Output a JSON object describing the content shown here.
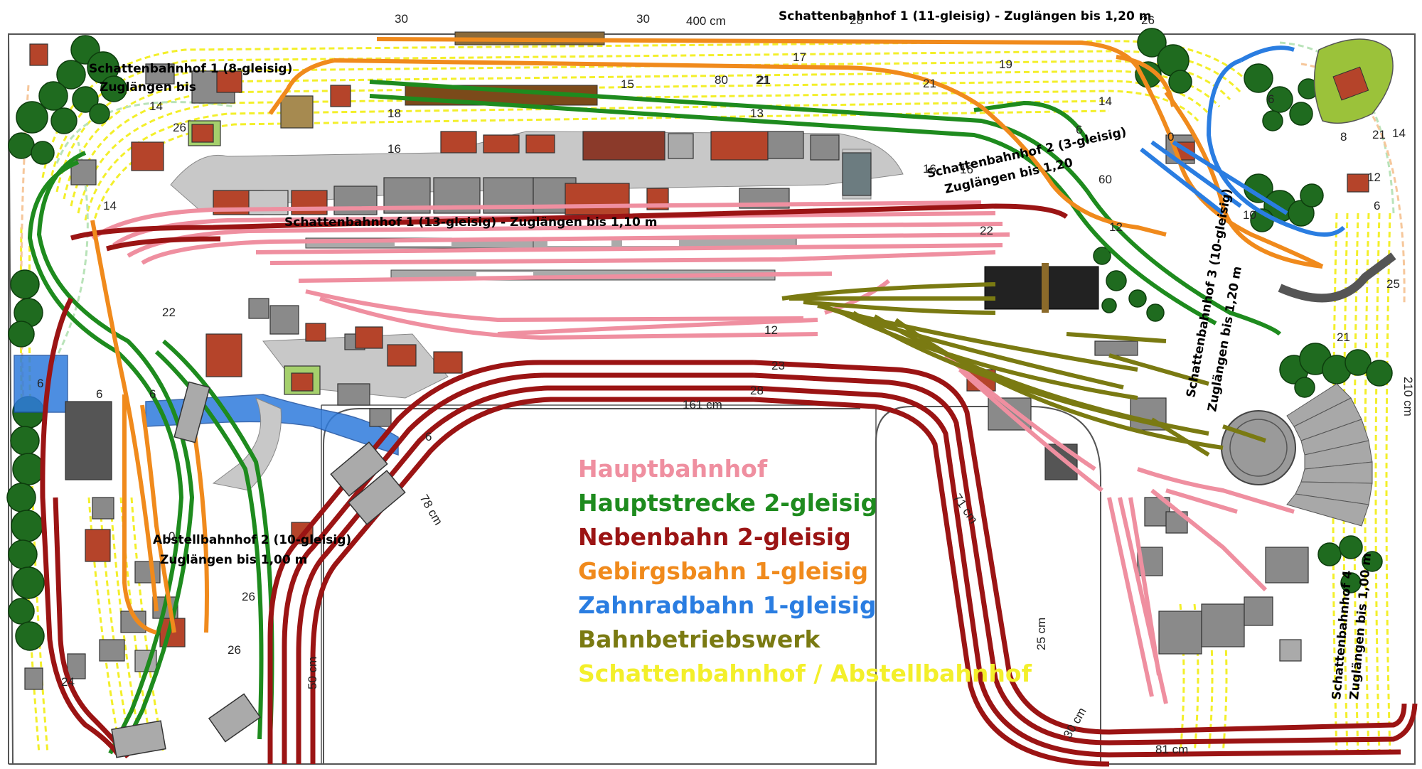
{
  "colors": {
    "hauptbahnhof": "#ef8fa0",
    "hauptstrecke": "#1e8b1e",
    "nebenbahn": "#9b1414",
    "gebirgsbahn": "#f08a1c",
    "zahnradbahn": "#2a7de1",
    "bahnbetriebswerk": "#7a7a12",
    "schattenbahnhof": "#f3ef2a",
    "trees": "#1f6b1f",
    "water": "#2f7bdc",
    "paved": "#c8c8c8",
    "baseboard_line": "#555555"
  },
  "legend": {
    "hauptbahnhof": "Hauptbahnhof",
    "hauptstrecke": "Hauptstrecke 2-gleisig",
    "nebenbahn": "Nebenbahn 2-gleisig",
    "gebirgsbahn": "Gebirgsbahn 1-gleisig",
    "zahnradbahn": "Zahnradbahn 1-gleisig",
    "bahnbetriebswerk": "Bahnbetriebswerk",
    "schattenbahnhof": "Schattenbahnhof / Abstellbahnhof"
  },
  "labels": {
    "sbf1_title": "Schattenbahnhof 1 (11-gleisig) - Zuglängen bis 1,20 m",
    "sbf1_top_left": "Schattenbahnhof 1 (8-gleisig)",
    "sbf1_left_length": "Zuglängen bis",
    "sbf_middle": "Schattenbahnhof 1 (13-gleisig) - Zuglängen bis 1,10 m",
    "sbf2_right": "Schattenbahnhof 2 (3-gleisig)",
    "sbf2_right_length": "Zuglängen bis 1,20",
    "abst2": "Abstellbahnhof 2 (10-gleisig)",
    "abst2_length": "Zuglängen bis 1,00 m",
    "sbf3": "Schattenbahnhof 3 (10-gleisig)",
    "sbf3_length": "Zuglängen bis 1,20 m",
    "sbf_right_bottom": "Schattenbahnhof 4",
    "sbf_right_bottom_length": "Zuglängen bis 1,00 m"
  },
  "dimensions": {
    "width_top": "400 cm",
    "height_right": "210 cm",
    "inner_width": "161 cm",
    "left_depth": "50 cm",
    "diag_left": "78 cm",
    "diag_right": "71 cm",
    "right_leg_depth": "25 cm",
    "bottom_right_depth": "30 cm",
    "bottom_right_width": "81 cm"
  },
  "numbers": [
    "30",
    "30",
    "28",
    "26",
    "17",
    "19",
    "21",
    "15",
    "21",
    "80",
    "14",
    "18",
    "16",
    "13",
    "16",
    "6",
    "60",
    "16",
    "12",
    "6",
    "21",
    "12",
    "6",
    "21",
    "25",
    "14",
    "22",
    "22",
    "12",
    "23",
    "6",
    "6",
    "6",
    "6",
    "0",
    "28",
    "26",
    "24",
    "26",
    "0",
    "10",
    "8",
    "26",
    "21",
    "14",
    "14"
  ]
}
